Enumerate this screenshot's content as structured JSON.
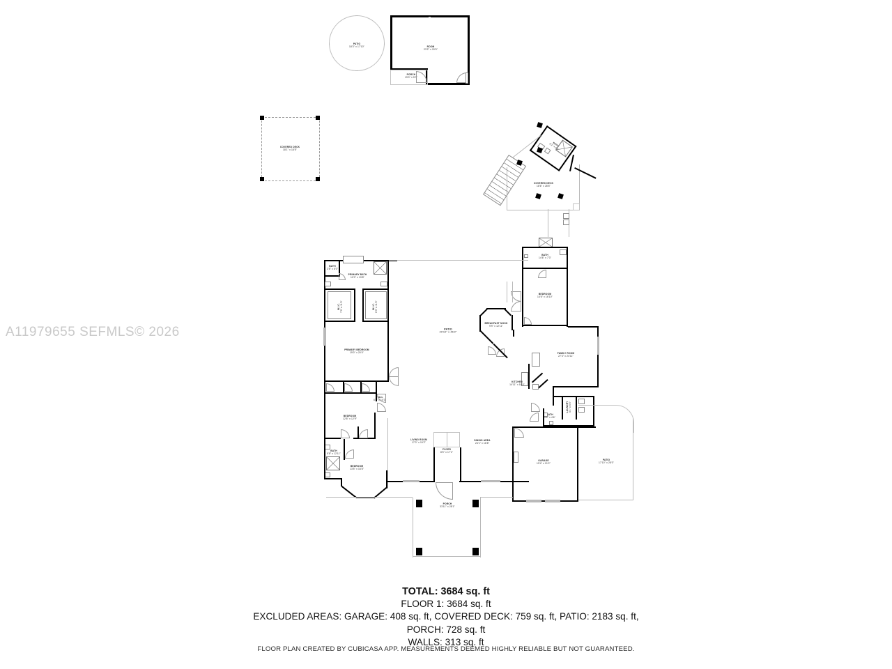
{
  "watermark": "A11979655  SEFMLS© 2026",
  "summary": {
    "total": "TOTAL: 3684 sq. ft",
    "floor1": "FLOOR 1: 3684 sq. ft",
    "excluded": "EXCLUDED AREAS: GARAGE: 408 sq. ft, COVERED DECK: 759 sq. ft, PATIO: 2183 sq. ft,",
    "porch": "PORCH: 728 sq. ft",
    "walls": "WALLS: 313 sq. ft"
  },
  "disclaimer": "FLOOR PLAN CREATED BY CUBICASA APP. MEASUREMENTS DEEMED HIGHLY RELIABLE BUT NOT GUARANTEED.",
  "rooms": {
    "detached_patio": {
      "name": "PATIO",
      "dim": "18'3\" x 17'10\""
    },
    "detached_room": {
      "name": "ROOM",
      "dim": "23'2\" x 20'5\""
    },
    "detached_porch": {
      "name": "PORCH",
      "dim": "19'0\" x 5'7\""
    },
    "standalone_deck": {
      "name": "COVERED DECK",
      "dim": "18'1\" x 18'5\""
    },
    "upper_bath": {
      "name": "BATH",
      "dim": "6'2\" x 8'1\""
    },
    "upper_covered_deck": {
      "name": "COVERED DECK",
      "dim": "18'6\" x 28'6\""
    },
    "bedroom_ne_bath": {
      "name": "BATH",
      "dim": "14'6\" x 7'3\""
    },
    "bedroom_ne": {
      "name": "BEDROOM",
      "dim": "14'6\" x 16'10\""
    },
    "primary_bath_small": {
      "name": "BATH",
      "dim": "2'8\" x 6'0\""
    },
    "primary_bath": {
      "name": "PRIMARY BATH",
      "dim": "10'0\" x 13'8\""
    },
    "closet_left": {
      "name": "W.I.C.",
      "dim": "7'9\" x 11'5\""
    },
    "closet_right": {
      "name": "W.I.C.",
      "dim": "6'0\" x 11'5\""
    },
    "primary_bedroom": {
      "name": "PRIMARY BEDROOM",
      "dim": "19'0\" x 20'4\""
    },
    "center_patio": {
      "name": "PATIO",
      "dim": "40'10\" x 46'2\""
    },
    "breakfast_nook": {
      "name": "BREAKFAST NOOK",
      "dim": "9'9\" x 12'11\""
    },
    "family_room": {
      "name": "FAMILY ROOM",
      "dim": "27'3\" x 24'11\""
    },
    "kitchen": {
      "name": "KITCHEN",
      "dim": "14'11\" x 16'0\""
    },
    "hall": {
      "name": "HALL",
      "dim": "6'2\" x 10'3\""
    },
    "bedroom_w": {
      "name": "BEDROOM",
      "dim": "12'8\" x 12'9\""
    },
    "bath_sw": {
      "name": "BATH",
      "dim": "5'8\" x 12'11\""
    },
    "bedroom_sw": {
      "name": "BEDROOM",
      "dim": "13'5\" x 16'8\""
    },
    "living_room": {
      "name": "LIVING ROOM",
      "dim": "17'0\" x 19'2\""
    },
    "foyer": {
      "name": "FOYER",
      "dim": "8'5\" x 17'1\""
    },
    "dining_area": {
      "name": "DINING AREA",
      "dim": "24'1\" x 16'8\""
    },
    "bath_laundry": {
      "name": "BATH",
      "dim": "4'6\" x 4'6\""
    },
    "laundry": {
      "name": "LAUNDRY",
      "dim": "5'1\" x 6'5\""
    },
    "garage": {
      "name": "GARAGE",
      "dim": "19'4\" x 21'2\""
    },
    "rear_patio": {
      "name": "PATIO",
      "dim": "17'10\" x 28'0\""
    },
    "front_porch": {
      "name": "PORCH",
      "dim": "33'11\" x 28'1\""
    }
  }
}
